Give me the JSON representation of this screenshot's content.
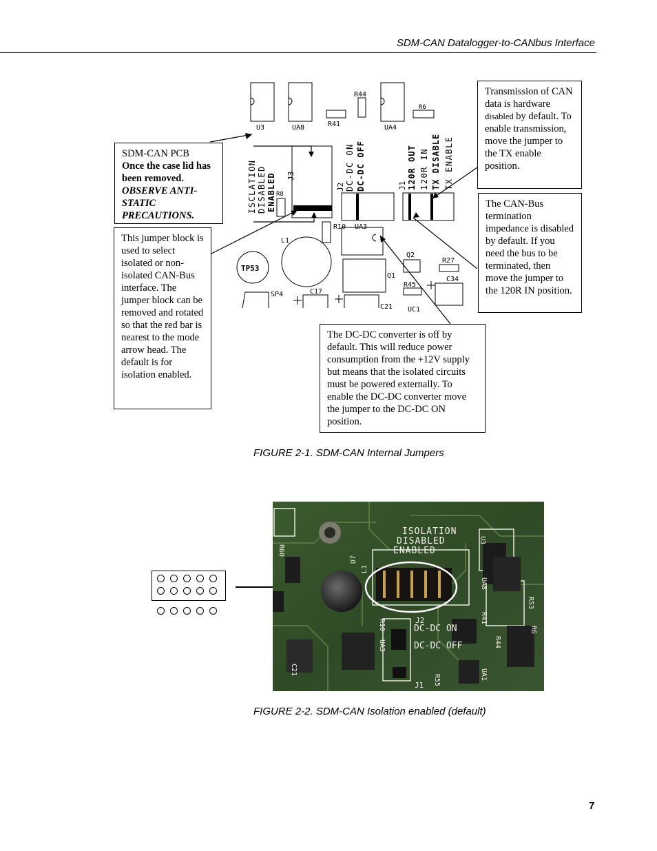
{
  "header": {
    "title": "SDM-CAN Datalogger-to-CANbus Interface"
  },
  "figure1": {
    "caption": "FIGURE 2-1.  SDM-CAN Internal Jumpers",
    "callouts": {
      "pcb_line1": "SDM-CAN PCB",
      "pcb_bold": "Once the case lid has been removed.",
      "pcb_bold_italic": "OBSERVE ANTI-STATIC PRECAUTIONS.",
      "jumper_block": "This jumper block is used to select isolated or non-isolated CAN-Bus interface. The jumper block can be removed and rotated so that the red bar is nearest to the mode arrow head. The default is  for isolation enabled.",
      "tx_pre": "Transmission of CAN data is hardware ",
      "tx_small": "disabled",
      "tx_post": " by default. To enable transmission, move the jumper to the TX enable position.",
      "can_termination": "The CAN-Bus termination impedance is disabled by default. If you need the bus to be terminated, then move the jumper to the 120R IN position.",
      "dcdc": "The DC-DC converter is off by default. This will reduce power consumption from the +12V supply but means that the isolated circuits must be powered externally. To enable the DC-DC converter move the jumper to the DC-DC ON position."
    },
    "pcb_labels": {
      "u3": "U3",
      "ua8": "UA8",
      "r44": "R44",
      "r41": "R41",
      "ua4": "UA4",
      "r6_top": "R6",
      "isolation": "ISCLATION",
      "disabled": "DISABLED",
      "enabled": "ENABLED",
      "r8": "R8",
      "j3": "J3",
      "j2": "J2",
      "dcdc_on": "DC-DC ON",
      "dcdc_off": "DC-DC OFF",
      "j1": "J1",
      "r120_out": "120R OUT",
      "r120_in": "120R IN",
      "tx_disable": "TX DISABLE",
      "tx_enable": "TX ENABLE",
      "r10": "R10",
      "ua3": "UA3",
      "l1": "L1",
      "tp53": "TP53",
      "q2": "Q2",
      "r27": "R27",
      "q1": "Q1",
      "c34": "C34",
      "r45": "R45",
      "sp4": "SP4",
      "c17": "C17",
      "c21": "C21",
      "uc1": "UC1",
      "plus": "+"
    }
  },
  "figure2": {
    "caption": "FIGURE 2-2.  SDM-CAN Isolation enabled (default)",
    "photo_labels": {
      "isolation": "ISOLATION",
      "disabled": "DISABLED",
      "enabled": "ENABLED",
      "j2": "J2",
      "dcdc_on": "DC-DC ON",
      "dcdc_off": "DC-DC OFF",
      "j1": "J1",
      "r60": "R60",
      "d7": "D7",
      "l1": "L1",
      "r10": "R10",
      "ua3": "UA3",
      "c21": "C21",
      "u3": "U3",
      "ua8": "UA8",
      "r41": "R41",
      "r44": "R44",
      "r53": "R53",
      "r55": "R55",
      "ua1": "UA1",
      "r6": "R6"
    }
  },
  "page_number": "7"
}
